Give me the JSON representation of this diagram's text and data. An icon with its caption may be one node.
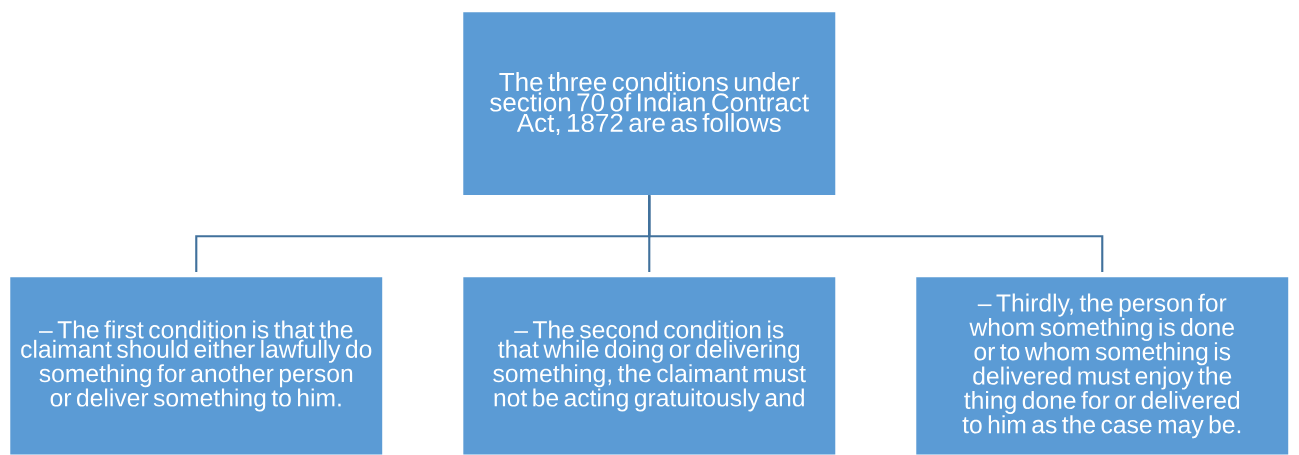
{
  "diagram": {
    "nodes": [
      {
        "text": [
          "The three conditions under section 70 of Indian Contract Act, 1872 are as follows"
        ]
      },
      {
        "text": [
          "– The first condition is that the claimant should either lawfully do something for another person or deliver something to him."
        ]
      },
      {
        "text": [
          "– The second condition is that while doing or delivering something, the claimant must not be acting gratuitously and"
        ]
      },
      {
        "text": [
          "– Thirdly, the person for whom something is done or to whom something is delivered must enjoy the thing done for or delivered to him as the case may be."
        ]
      }
    ],
    "edges": [
      {
        "from": 0,
        "to": 1,
        "arrow": "none"
      },
      {
        "from": 0,
        "to": 2,
        "arrow": "none"
      },
      {
        "from": 0,
        "to": 3,
        "arrow": "none"
      }
    ]
  }
}
